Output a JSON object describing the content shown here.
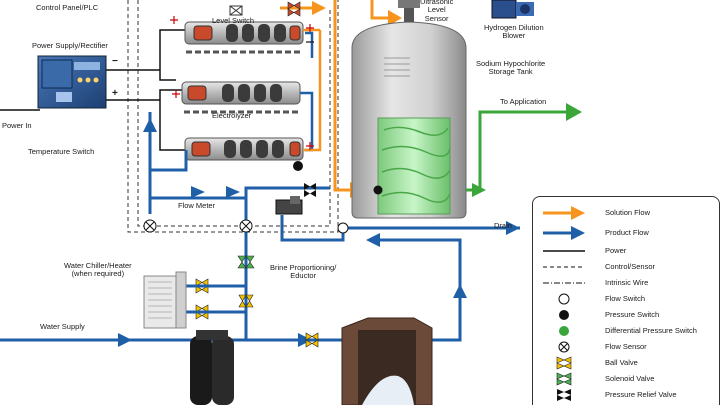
{
  "labels": {
    "control_panel": "Control Panel/PLC",
    "power_supply": "Power Supply/Rectifier",
    "power_in": "Power In",
    "temperature_switch": "Temperature Switch",
    "level_switch": "Level Switch",
    "electrolyzer": "Electrolyzer",
    "flow_meter": "Flow Meter",
    "water_chiller": "Water Chiller/Heater\n(when required)",
    "water_supply": "Water Supply",
    "brine_eductor": "Brine Proportioning/\nEductor",
    "ultrasonic_sensor": "Ultrasonic\nLevel\nSensor",
    "hydrogen_blower": "Hydrogen Dilution\nBlower",
    "storage_tank": "Sodium Hypochlorite\nStorage Tank",
    "to_application": "To Application",
    "drain": "Drain",
    "plus": "+",
    "minus": "−"
  },
  "legend": [
    {
      "symbol": "solution-flow-arrow",
      "label": "Solution Flow"
    },
    {
      "symbol": "product-flow-arrow",
      "label": "Product Flow"
    },
    {
      "symbol": "power-line",
      "label": "Power"
    },
    {
      "symbol": "control-dashed-line",
      "label": "Control/Sensor"
    },
    {
      "symbol": "intrinsic-dashdot-line",
      "label": "Intrinsic Wire"
    },
    {
      "symbol": "open-circle",
      "label": "Flow Switch"
    },
    {
      "symbol": "black-circle",
      "label": "Pressure Switch"
    },
    {
      "symbol": "green-circle",
      "label": "Differential Pressure Switch"
    },
    {
      "symbol": "circle-x",
      "label": "Flow Sensor"
    },
    {
      "symbol": "yellow-bowtie",
      "label": "Ball Valve"
    },
    {
      "symbol": "green-bowtie",
      "label": "Solenoid Valve"
    },
    {
      "symbol": "black-bowtie",
      "label": "Pressure Relief Valve"
    }
  ],
  "colors": {
    "solution_flow": "#f7941d",
    "product_flow": "#1f5fa8",
    "application_flow": "#3aa63a",
    "brine_green": "#7fd67f",
    "ball_valve": "#f2c200",
    "solenoid_valve": "#4caf50"
  }
}
